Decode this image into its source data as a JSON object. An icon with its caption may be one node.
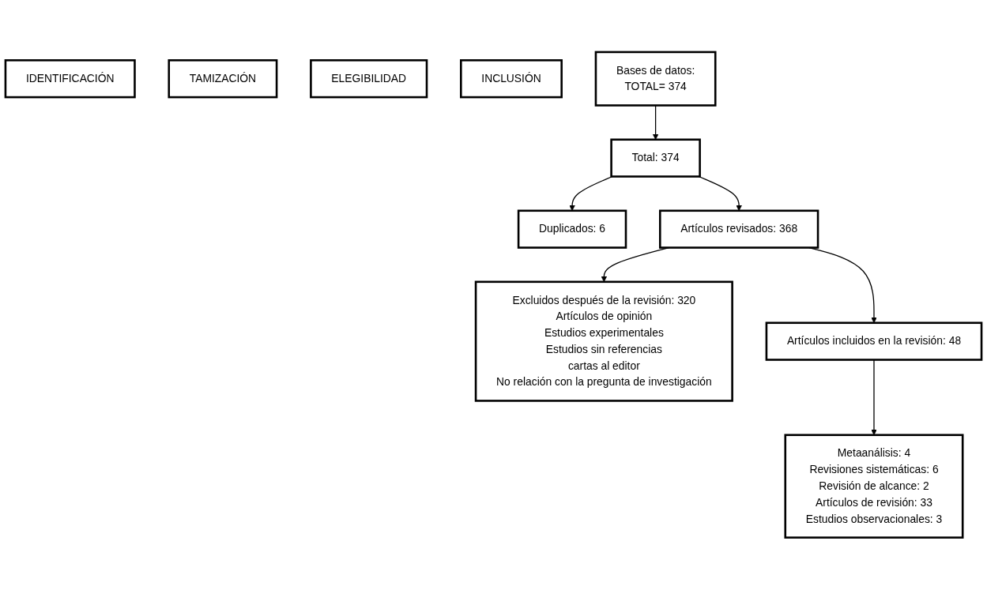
{
  "diagram": {
    "nodes": [
      {
        "text": [
          "IDENTIFICACIÓN"
        ]
      },
      {
        "text": [
          "TAMIZACIÓN"
        ]
      },
      {
        "text": [
          "ELEGIBILIDAD"
        ]
      },
      {
        "text": [
          "INCLUSIÓN"
        ]
      },
      {
        "text": [
          "Bases de datos:",
          "TOTAL= 374"
        ]
      },
      {
        "text": [
          "Total: 374"
        ]
      },
      {
        "text": [
          "Duplicados: 6"
        ]
      },
      {
        "text": [
          "Artículos revisados: 368"
        ]
      },
      {
        "text": [
          "Excluidos después de la revisión: 320",
          "Artículos de opinión",
          "Estudios experimentales",
          "Estudios sin referencias",
          "cartas al editor",
          "No relación con la pregunta de investigación"
        ]
      },
      {
        "text": [
          "Artículos incluidos en la revisión: 48"
        ]
      },
      {
        "text": [
          "Metaanálisis: 4",
          "Revisiones sistemáticas: 6",
          "Revisión de alcance: 2",
          "Artículos de revisión: 33",
          "Estudios observacionales: 3"
        ]
      }
    ],
    "edges": [
      {
        "from": 4,
        "to": 5,
        "arrow": "to"
      },
      {
        "from": 5,
        "to": 6,
        "arrow": "to"
      },
      {
        "from": 5,
        "to": 7,
        "arrow": "to"
      },
      {
        "from": 7,
        "to": 8,
        "arrow": "to"
      },
      {
        "from": 7,
        "to": 9,
        "arrow": "to"
      },
      {
        "from": 9,
        "to": 10,
        "arrow": "to"
      }
    ]
  }
}
